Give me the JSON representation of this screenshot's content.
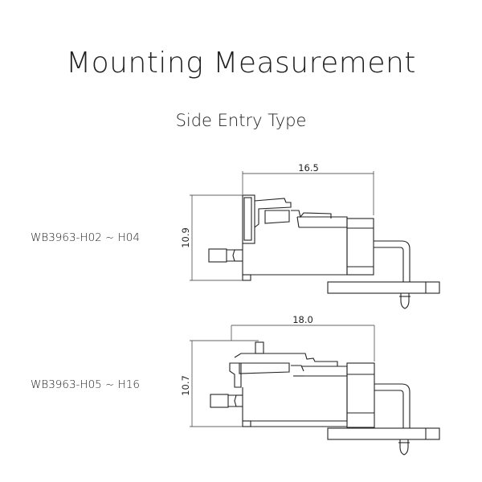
{
  "title": "Mounting Measurement",
  "subtitle": "Side Entry Type",
  "parts": [
    {
      "model": "WB3963-H02 ~ H04",
      "width_dim": "16.5",
      "height_dim": "10.9"
    },
    {
      "model": "WB3963-H05 ~ H16",
      "width_dim": "18.0",
      "height_dim": "10.7"
    }
  ]
}
